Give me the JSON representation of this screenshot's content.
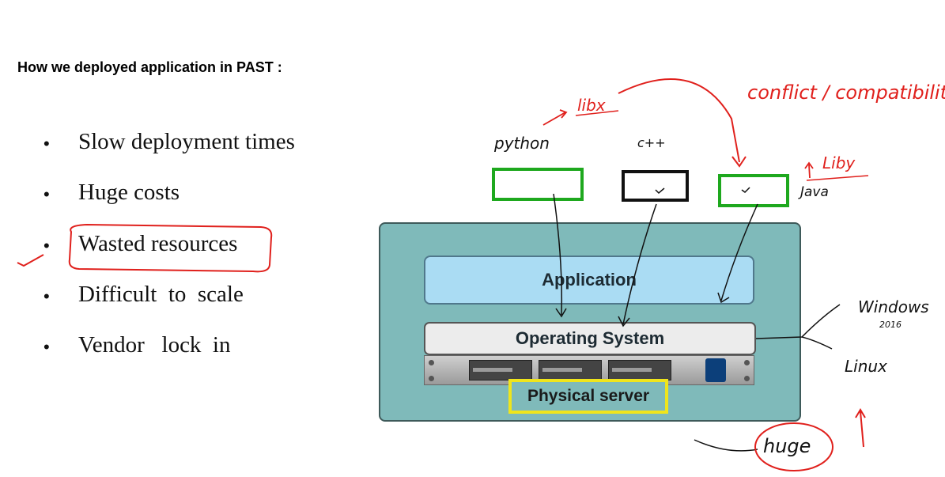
{
  "heading": "How we deployed application in PAST :",
  "bullets": [
    {
      "dot": "•",
      "text": "Slow deployment times"
    },
    {
      "dot": "•",
      "text": "Huge costs"
    },
    {
      "dot": "•",
      "text": "Wasted resources"
    },
    {
      "dot": "•",
      "text": "Difficult  to  scale"
    },
    {
      "dot": "•",
      "text": "Vendor   lock  in"
    }
  ],
  "diagram": {
    "application_label": "Application",
    "os_label": "Operating System",
    "physical_server_label": "Physical server"
  },
  "annotations": {
    "python": "python",
    "cpp": "c++",
    "java": "Java",
    "libx": "libx",
    "liby": "Liby",
    "conflict": "conflict / compatibility",
    "windows": "Windows",
    "windows_year": "2016",
    "linux": "Linux",
    "huge": "huge"
  },
  "colors": {
    "red_ink": "#e0201c",
    "green_box": "#1ea81e",
    "teal": "#7fbaba",
    "yellow": "#f0e51c"
  }
}
